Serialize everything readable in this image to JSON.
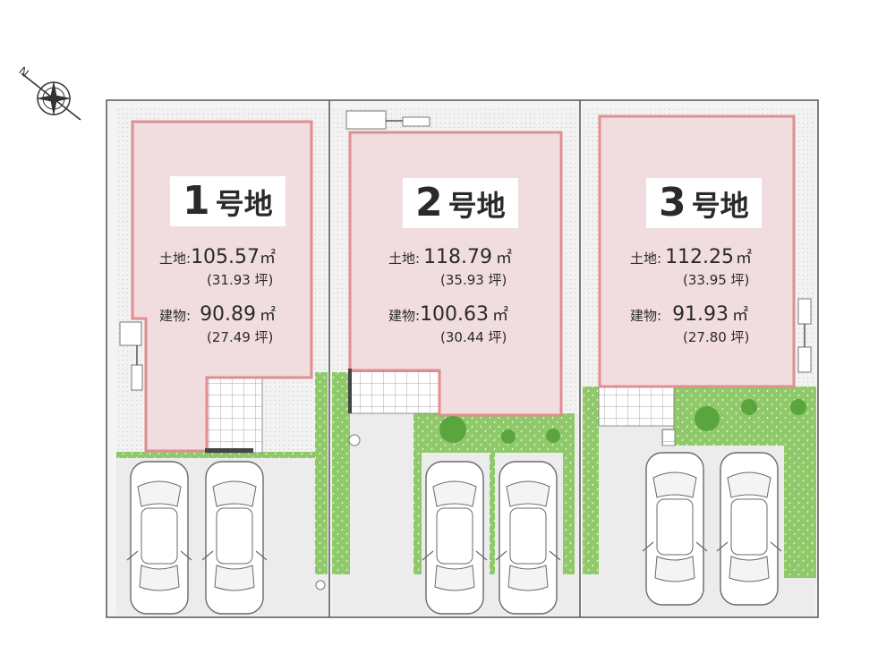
{
  "compass": {
    "label": "N"
  },
  "lots": [
    {
      "number": "1",
      "suffix": "号地",
      "land_label": "土地:",
      "land_area": "105.57",
      "land_unit": "㎡",
      "land_tsubo": "(31.93 坪)",
      "building_label": "建物:",
      "building_area": "90.89",
      "building_unit": "㎡",
      "building_tsubo": "(27.49 坪)"
    },
    {
      "number": "2",
      "suffix": "号地",
      "land_label": "土地:",
      "land_area": "118.79",
      "land_unit": "㎡",
      "land_tsubo": "(35.93 坪)",
      "building_label": "建物:",
      "building_area": "100.63",
      "building_unit": "㎡",
      "building_tsubo": "(30.44 坪)"
    },
    {
      "number": "3",
      "suffix": "号地",
      "land_label": "土地:",
      "land_area": "112.25",
      "land_unit": "㎡",
      "land_tsubo": "(33.95 坪)",
      "building_label": "建物:",
      "building_area": "91.93",
      "building_unit": "㎡",
      "building_tsubo": "(27.80 坪)"
    }
  ],
  "colors": {
    "building_fill": "#f1dde0",
    "building_stroke": "#e08e8e",
    "lot_ground": "#f4f4f4",
    "parking": "#ececec",
    "greenery": "#8fc96a",
    "tree": "#5aa53e",
    "outline": "#555555"
  }
}
